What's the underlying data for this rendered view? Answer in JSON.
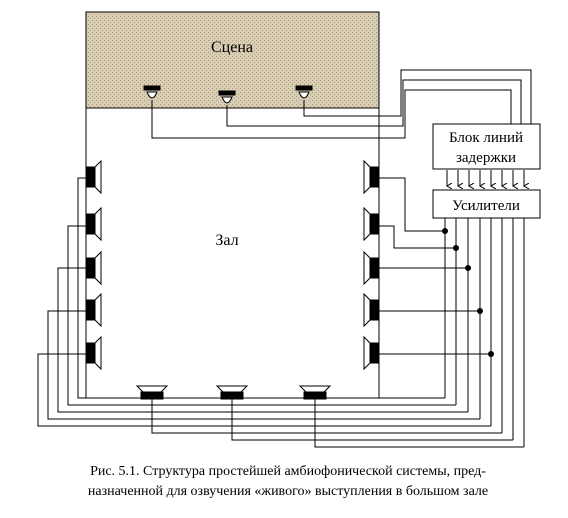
{
  "diagram": {
    "stage_label": "Сцена",
    "hall_label": "Зал",
    "delay_block_line1": "Блок линий",
    "delay_block_line2": "задержки",
    "amplifiers_label": "Усилители"
  },
  "caption": {
    "line1": "Рис. 5.1. Структура простейшей амбиофонической системы, пред-",
    "line2": "назначенной для озвучения «живого» выступления в большом зале"
  }
}
